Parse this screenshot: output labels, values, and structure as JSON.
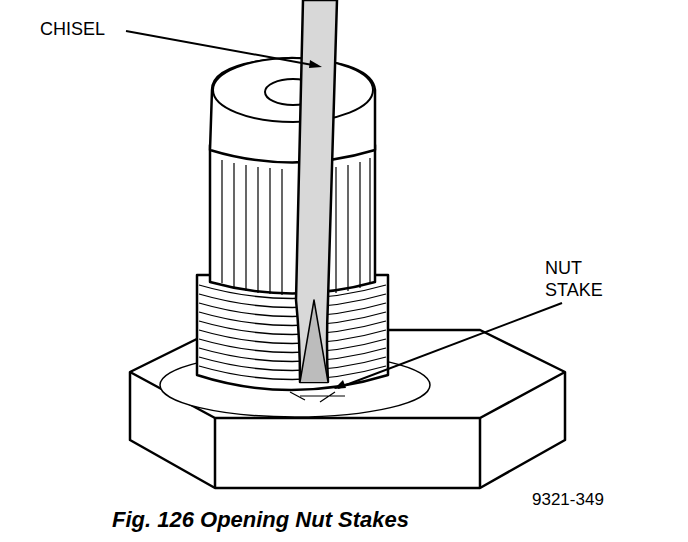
{
  "diagram": {
    "caption": "Fig. 126 Opening Nut Stakes",
    "labels": [
      "CHISEL",
      "NUT STAKE",
      "9321-349"
    ]
  }
}
